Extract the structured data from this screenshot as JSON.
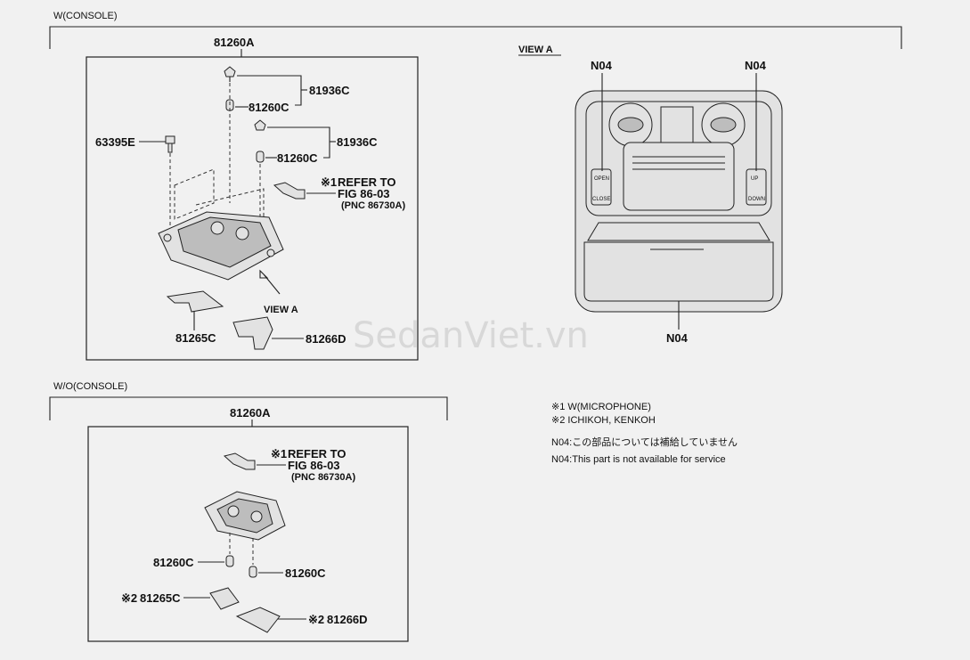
{
  "sections": {
    "with_console": {
      "header": "W(CONSOLE)",
      "assembly": "81260A",
      "labels": {
        "clip_top": "81936C",
        "bulb_top": "81260C",
        "clip_mid": "81936C",
        "bulb_mid": "81260C",
        "screw": "63395E",
        "refer_mark": "※1",
        "refer_line1": "REFER TO",
        "refer_line2": "FIG 86-03",
        "refer_line3": "(PNC 86730A)",
        "view_arrow": "VIEW A",
        "lens_left": "81265C",
        "lens_right": "81266D"
      }
    },
    "view_a": {
      "title": "VIEW A",
      "n04_left": "N04",
      "n04_right": "N04",
      "n04_bottom": "N04",
      "btn_open": "OPEN",
      "btn_close": "CLOSE",
      "btn_right": "UP",
      "btn_right2": "DOWN"
    },
    "without_console": {
      "header": "W/O(CONSOLE)",
      "assembly": "81260A",
      "labels": {
        "refer_mark": "※1",
        "refer_line1": "REFER TO",
        "refer_line2": "FIG 86-03",
        "refer_line3": "(PNC 86730A)",
        "bulb_left": "81260C",
        "bulb_right": "81260C",
        "lens_left_mark": "※2",
        "lens_left": "81265C",
        "lens_right_mark": "※2",
        "lens_right": "81266D"
      }
    }
  },
  "notes": [
    "※1 W(MICROPHONE)",
    "※2 ICHIKOH, KENKOH",
    "N04:この部品については補給していません",
    "N04:This part is not available for service"
  ],
  "watermark": "SedanViet.vn"
}
